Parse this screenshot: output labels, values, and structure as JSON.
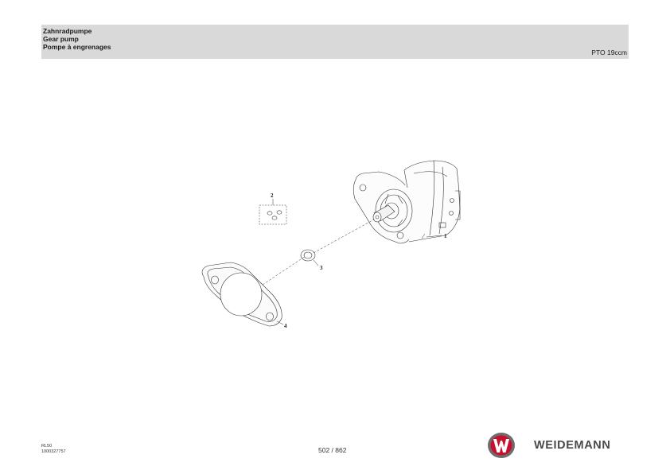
{
  "header": {
    "title_de": "Zahnradpumpe",
    "title_en": "Gear pump",
    "title_fr": "Pompe à engrenages",
    "variant": "PTO 19ccm"
  },
  "callouts": [
    "1",
    "2",
    "3",
    "4"
  ],
  "footer": {
    "model": "RL50",
    "doc_number": "1000327757",
    "page": "502 / 862",
    "brand": "WEIDEMANN"
  },
  "colors": {
    "header_bg": "#d9d9d9",
    "logo_red": "#c8102e",
    "logo_gray": "#6d6d6d",
    "brand_text": "#4a4a4a"
  }
}
